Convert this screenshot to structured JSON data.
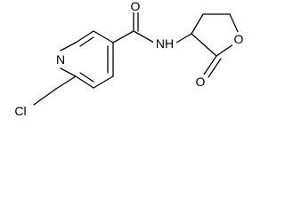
{
  "molecule": {
    "atoms": {
      "N_pyridine": "N",
      "Cl": "Cl",
      "O_carbonyl_amide": "O",
      "NH_amide": "NH",
      "O_ring": "O",
      "O_carbonyl_lactone": "O"
    },
    "colors": {
      "bond": "#000000",
      "label": "#000000",
      "background": "#ffffff"
    }
  }
}
